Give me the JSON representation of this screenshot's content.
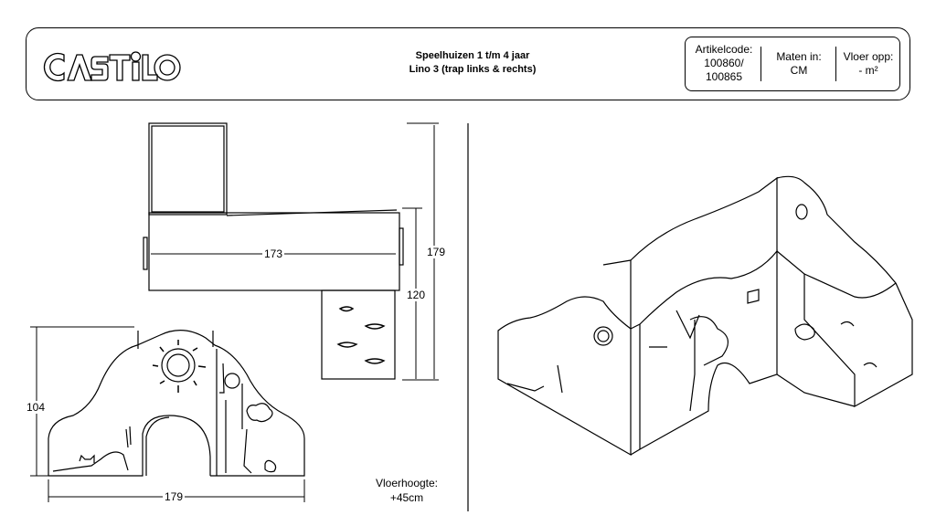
{
  "header": {
    "logo": "CASTILO",
    "title_line1": "Speelhuizen 1 t/m 4 jaar",
    "title_line2": "Lino 3 (trap links & rechts)",
    "artikelcode_label": "Artikelcode:",
    "artikelcode_1": "100860/",
    "artikelcode_2": "100865",
    "maten_label": "Maten in:",
    "maten_value": "CM",
    "vloer_label": "Vloer opp:",
    "vloer_value": "- m²"
  },
  "top_view": {
    "width_dim": "173",
    "depth_dim": "179",
    "stair_dim": "120"
  },
  "front_view": {
    "height_dim": "104",
    "width_dim": "179",
    "floor_label": "Vloerhoogte:",
    "floor_value": "+45cm"
  }
}
